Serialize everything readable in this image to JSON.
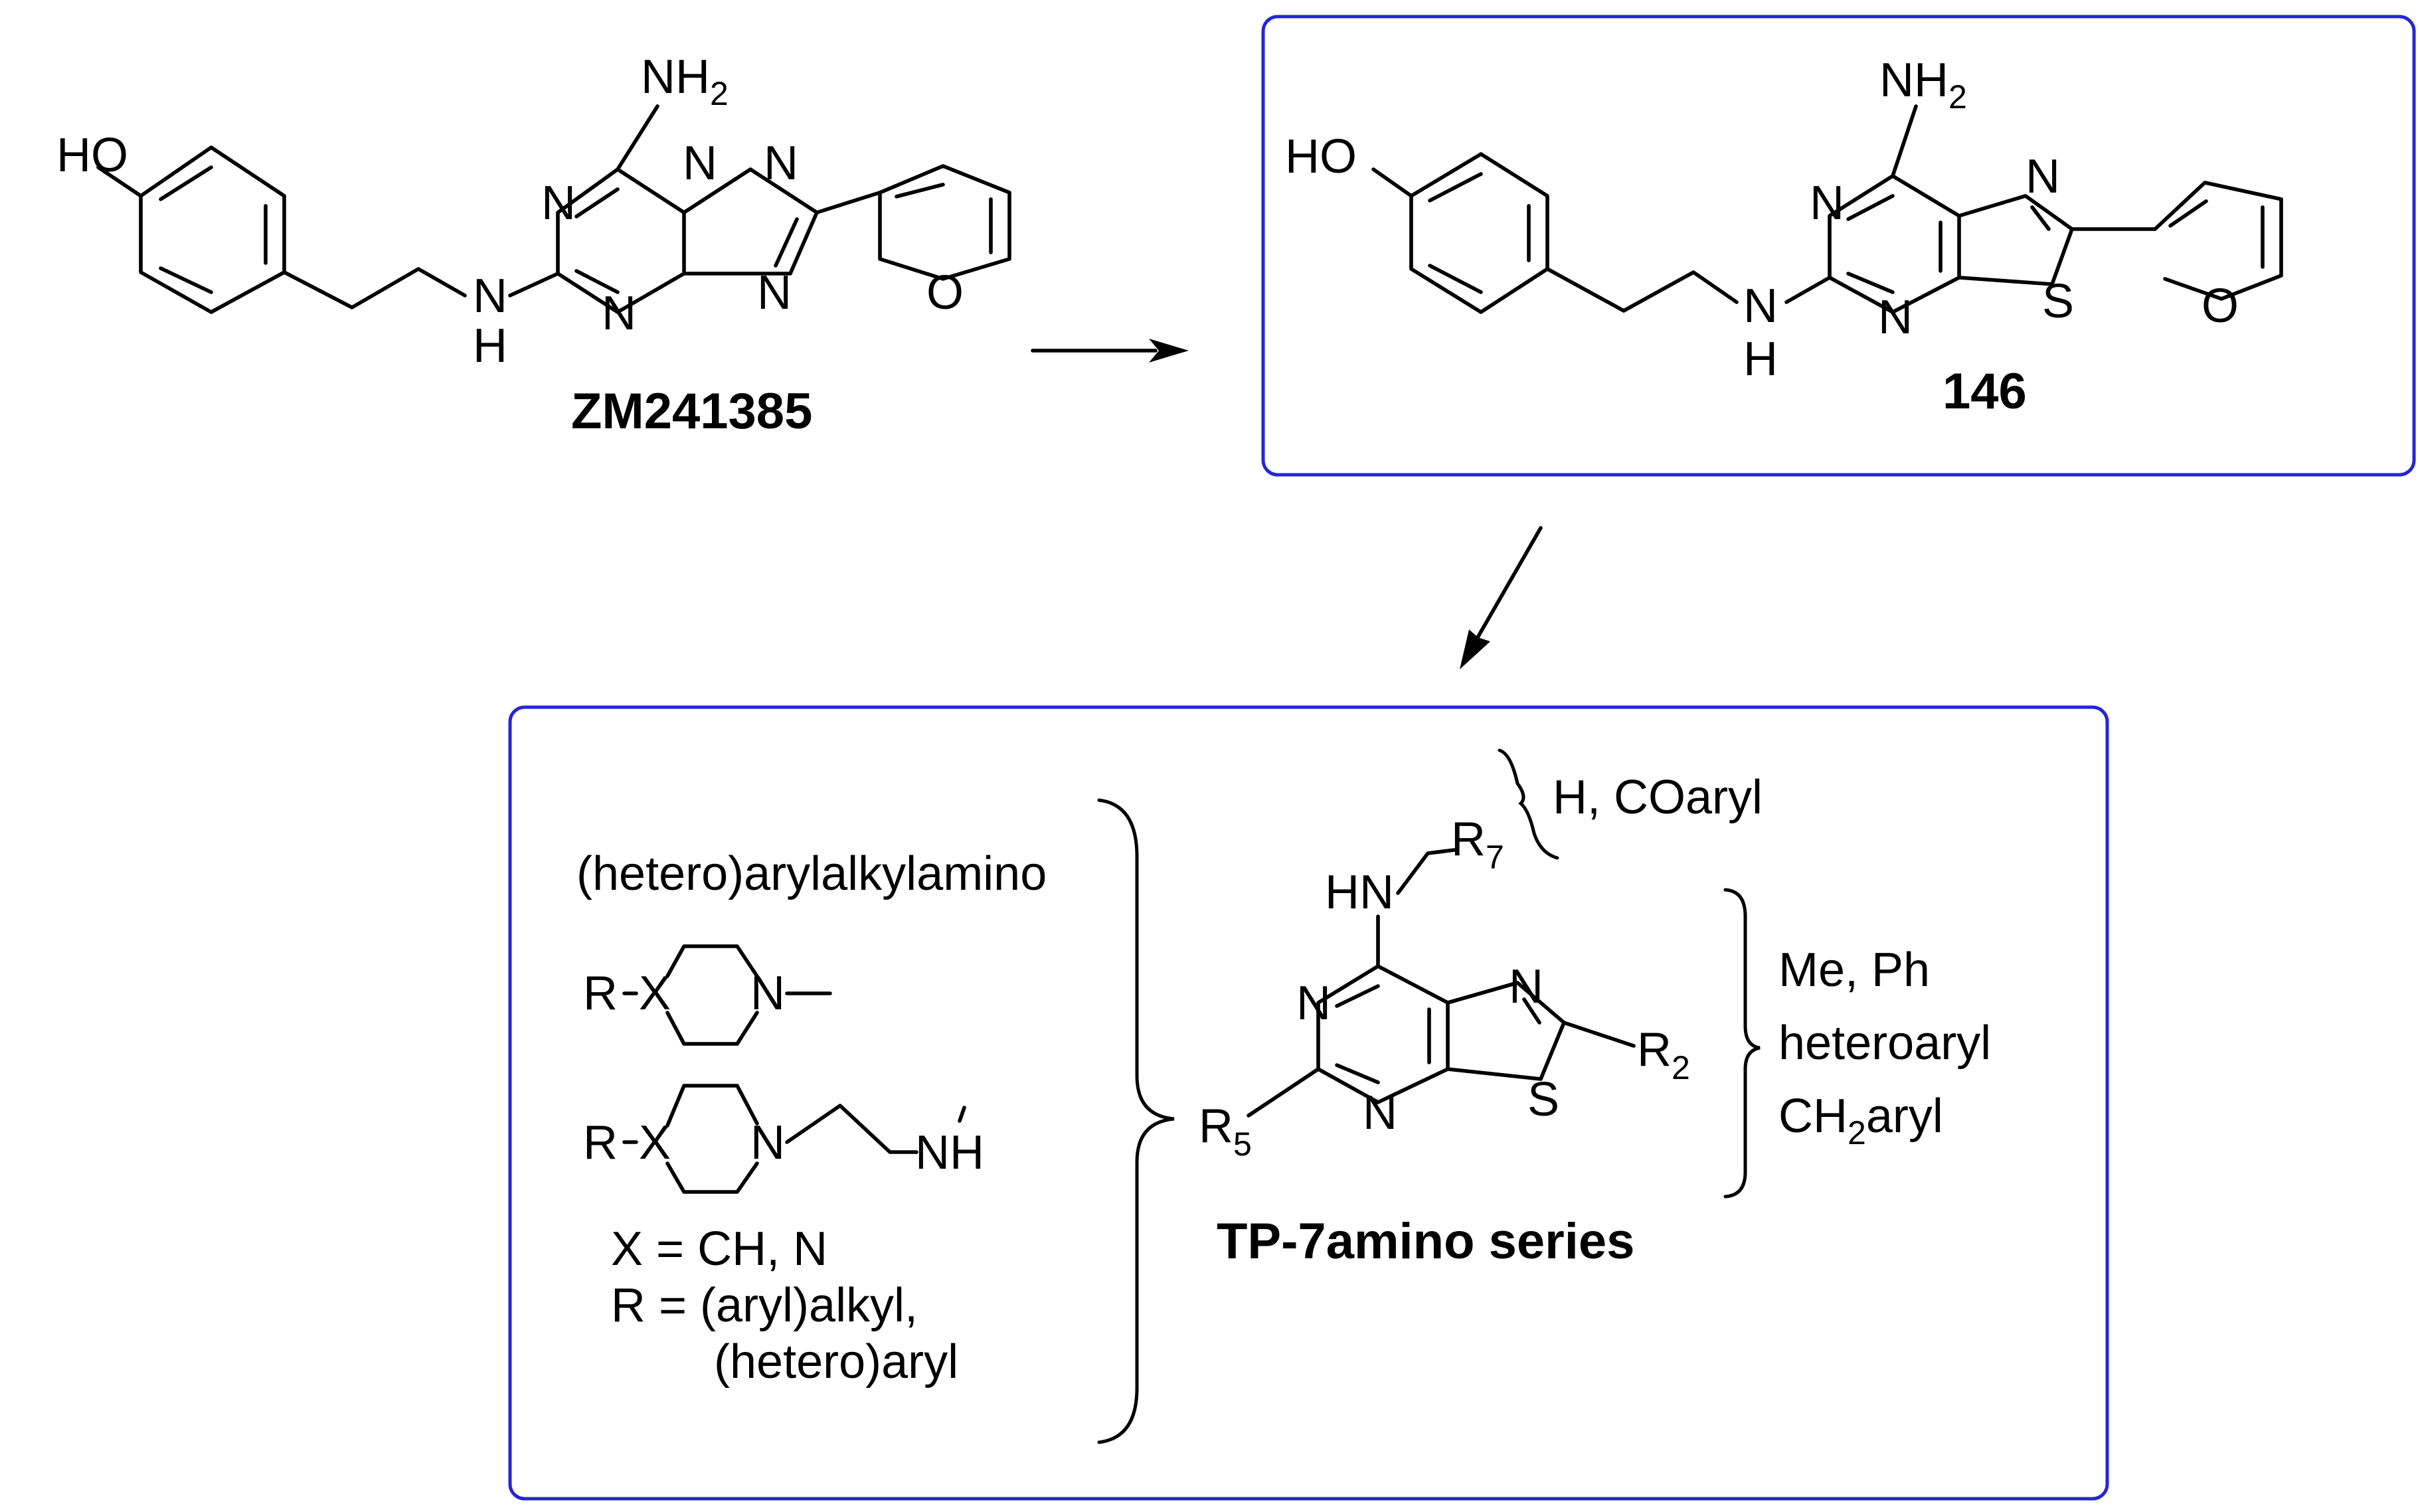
{
  "colors": {
    "frame": "#2525d6",
    "ink": "#000000",
    "background": "#ffffff"
  },
  "compounds": {
    "zm241385": {
      "name": "ZM241385",
      "labels": {
        "hydroxyl": "HO",
        "amino_group": "NH",
        "amino_sub": "2",
        "ring_n_a": "N",
        "ring_n_b": "N",
        "ring_n_c": "N",
        "ring_n_d": "N",
        "ring_n_e": "N",
        "linker_n": "N",
        "linker_h": "H",
        "furan_o": "O"
      }
    },
    "compound_146": {
      "name": "146",
      "labels": {
        "hydroxyl": "HO",
        "amino_group": "NH",
        "amino_sub": "2",
        "ring_n_a": "N",
        "ring_n_b": "N",
        "ring_n_c": "N",
        "sulfur": "S",
        "linker_n": "N",
        "linker_h": "H",
        "furan_o": "O"
      }
    }
  },
  "sar_panel": {
    "series_name": "TP-7amino series",
    "core_labels": {
      "hn": "HN",
      "r7": "R",
      "r7_sub": "7",
      "ring_n_a": "N",
      "ring_n_b": "N",
      "ring_n_c": "N",
      "sulfur": "S",
      "r2": "R",
      "r2_sub": "2",
      "r5": "R",
      "r5_sub": "5"
    },
    "r7_options": "H, COaryl",
    "r2_options": [
      "Me, Ph",
      "heteroaryl"
    ],
    "r2_option_ch2aryl": {
      "prefix": "CH",
      "sub": "2",
      "suffix": "aryl"
    },
    "r5_options": {
      "arylalkylamino": "(hetero)arylalkylamino",
      "piperazine_r": "R",
      "piperazine_x": "X",
      "piperazine_n": "N",
      "ethylamine_r": "R",
      "ethylamine_x": "X",
      "ethylamine_n1": "N",
      "ethylamine_nh": "NH",
      "x_definition": "X = CH, N",
      "r_definition_line1": "R = (aryl)alkyl,",
      "r_definition_line2": "(hetero)aryl"
    }
  }
}
